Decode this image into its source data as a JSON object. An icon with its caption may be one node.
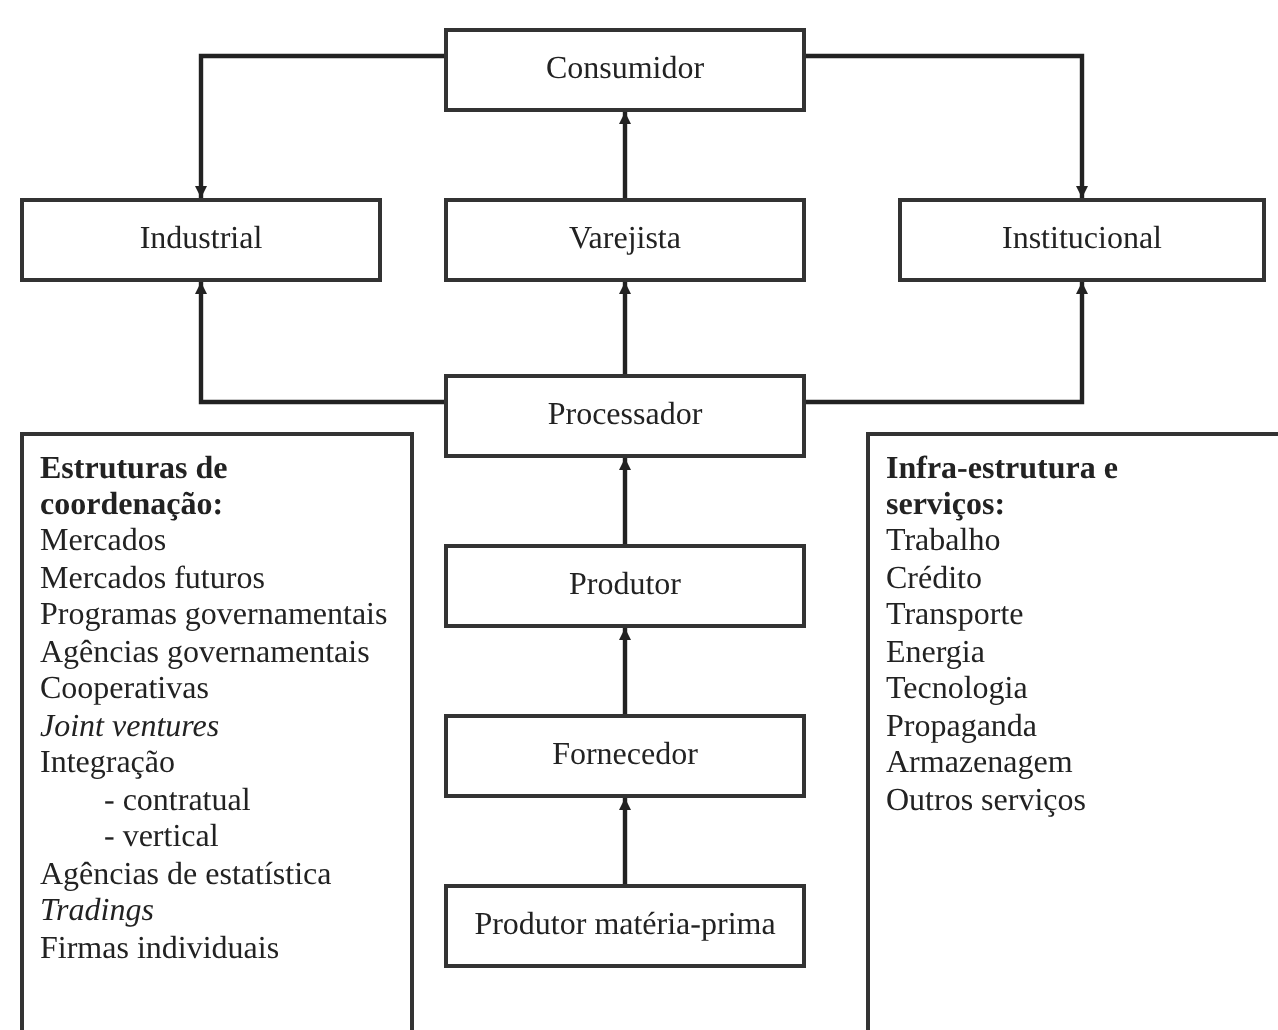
{
  "diagram": {
    "nodes": [
      {
        "text": [
          "Consumidor"
        ]
      },
      {
        "text": [
          "Industrial"
        ]
      },
      {
        "text": [
          "Varejista"
        ]
      },
      {
        "text": [
          "Institucional"
        ]
      },
      {
        "text": [
          "Processador"
        ]
      },
      {
        "text": [
          "Estruturas de coordenação:",
          "Mercados",
          "Mercados futuros",
          "Programas governamentais",
          "Agências governamentais",
          "Cooperativas",
          "*Joint ventures*",
          "Integração",
          "- contratual",
          "- vertical",
          "Agências de estatística",
          "*Tradings*",
          "Firmas individuais"
        ]
      },
      {
        "text": [
          "Infra-estrutura e serviços:",
          "Trabalho",
          "Crédito",
          "Transporte",
          "Energia",
          "Tecnologia",
          "Propaganda",
          "Armazenagem",
          "Outros serviços"
        ]
      },
      {
        "text": [
          "Produtor"
        ]
      },
      {
        "text": [
          "Fornecedor"
        ]
      },
      {
        "text": [
          "Produtor matéria-prima"
        ]
      }
    ],
    "edges": [
      {
        "from": 0,
        "to": 1,
        "arrow": "to"
      },
      {
        "from": 0,
        "to": 3,
        "arrow": "to"
      },
      {
        "from": 2,
        "to": 0,
        "arrow": "to"
      },
      {
        "from": 4,
        "to": 2,
        "arrow": "to"
      },
      {
        "from": 4,
        "to": 1,
        "arrow": "to"
      },
      {
        "from": 4,
        "to": 3,
        "arrow": "to"
      },
      {
        "from": 7,
        "to": 4,
        "arrow": "to"
      },
      {
        "from": 8,
        "to": 7,
        "arrow": "to"
      },
      {
        "from": 9,
        "to": 8,
        "arrow": "to"
      }
    ]
  }
}
